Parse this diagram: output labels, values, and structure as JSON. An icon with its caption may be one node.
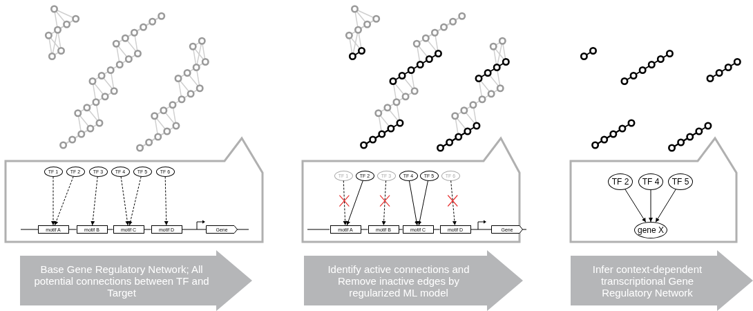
{
  "diagram": {
    "nodes": [
      {
        "text": [
          "TF 1"
        ]
      },
      {
        "text": [
          "TF 2"
        ]
      },
      {
        "text": [
          "TF 3"
        ]
      },
      {
        "text": [
          "TF 4"
        ]
      },
      {
        "text": [
          "TF 5"
        ]
      },
      {
        "text": [
          "TF 6"
        ]
      },
      {
        "text": [
          "motif A"
        ]
      },
      {
        "text": [
          "motif B"
        ]
      },
      {
        "text": [
          "motif C"
        ]
      },
      {
        "text": [
          "motif D"
        ]
      },
      {
        "text": [
          "Gene"
        ]
      },
      {
        "text": [
          "TF 1"
        ]
      },
      {
        "text": [
          "TF 2"
        ]
      },
      {
        "text": [
          "TF 3"
        ]
      },
      {
        "text": [
          "TF 4"
        ]
      },
      {
        "text": [
          "TF 5"
        ]
      },
      {
        "text": [
          "TF 6"
        ]
      },
      {
        "text": [
          "motif A"
        ]
      },
      {
        "text": [
          "motif B"
        ]
      },
      {
        "text": [
          "motif C"
        ]
      },
      {
        "text": [
          "motif D"
        ]
      },
      {
        "text": [
          "Gene"
        ]
      },
      {
        "text": [
          "TF 2"
        ]
      },
      {
        "text": [
          "TF 4"
        ]
      },
      {
        "text": [
          "TF 5"
        ]
      },
      {
        "text": [
          "gene X"
        ]
      },
      {
        "text": [
          "Base Gene Regulatory Network; All potential connections between TF and Target"
        ]
      },
      {
        "text": [
          "Identify active connections and Remove inactive edges by regularized ML model"
        ]
      },
      {
        "text": [
          "Infer context-dependent transcriptional Gene Regulatory Network"
        ]
      }
    ],
    "edges": [
      {
        "from": 0,
        "to": 6,
        "arrow": "to",
        "style": "dashed"
      },
      {
        "from": 1,
        "to": 6,
        "arrow": "to",
        "style": "dashed"
      },
      {
        "from": 2,
        "to": 7,
        "arrow": "to",
        "style": "dashed"
      },
      {
        "from": 3,
        "to": 8,
        "arrow": "to",
        "style": "dashed"
      },
      {
        "from": 4,
        "to": 8,
        "arrow": "to",
        "style": "dashed"
      },
      {
        "from": 5,
        "to": 9,
        "arrow": "to",
        "style": "dashed"
      },
      {
        "from": 6,
        "to": 7,
        "arrow": "none"
      },
      {
        "from": 7,
        "to": 8,
        "arrow": "none"
      },
      {
        "from": 8,
        "to": 9,
        "arrow": "none"
      },
      {
        "from": 9,
        "to": 10,
        "arrow": "none"
      },
      {
        "from": 11,
        "to": 17,
        "arrow": "to",
        "style": "dashed"
      },
      {
        "from": 12,
        "to": 17,
        "arrow": "to"
      },
      {
        "from": 13,
        "to": 18,
        "arrow": "to",
        "style": "dashed"
      },
      {
        "from": 14,
        "to": 19,
        "arrow": "to"
      },
      {
        "from": 15,
        "to": 19,
        "arrow": "to"
      },
      {
        "from": 16,
        "to": 20,
        "arrow": "to",
        "style": "dashed"
      },
      {
        "from": 17,
        "to": 18,
        "arrow": "none"
      },
      {
        "from": 18,
        "to": 19,
        "arrow": "none"
      },
      {
        "from": 19,
        "to": 20,
        "arrow": "none"
      },
      {
        "from": 20,
        "to": 21,
        "arrow": "none"
      },
      {
        "from": 22,
        "to": 25,
        "arrow": "to"
      },
      {
        "from": 23,
        "to": 25,
        "arrow": "to"
      },
      {
        "from": 24,
        "to": 25,
        "arrow": "to"
      }
    ]
  }
}
